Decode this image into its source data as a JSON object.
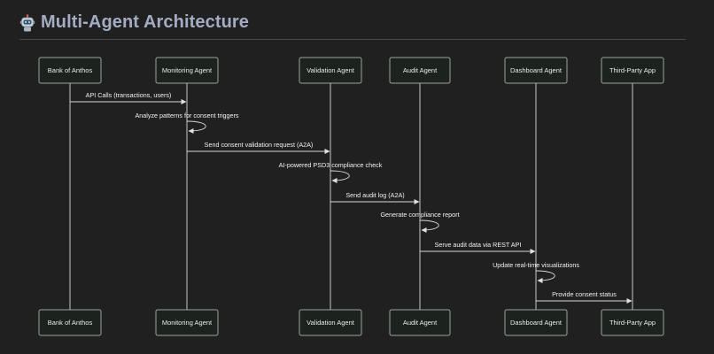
{
  "header": {
    "title": "Multi-Agent Architecture",
    "icon": "robot-icon"
  },
  "participants": [
    {
      "id": "bank",
      "label": "Bank of Anthos"
    },
    {
      "id": "monitoring",
      "label": "Monitoring Agent"
    },
    {
      "id": "validation",
      "label": "Validation Agent"
    },
    {
      "id": "audit",
      "label": "Audit Agent"
    },
    {
      "id": "dashboard",
      "label": "Dashboard Agent"
    },
    {
      "id": "thirdparty",
      "label": "Third-Party App"
    }
  ],
  "messages": [
    {
      "from": "bank",
      "to": "monitoring",
      "label": "API Calls (transactions, users)"
    },
    {
      "from": "monitoring",
      "to": "monitoring",
      "label": "Analyze patterns for consent triggers"
    },
    {
      "from": "monitoring",
      "to": "validation",
      "label": "Send consent validation request (A2A)"
    },
    {
      "from": "validation",
      "to": "validation",
      "label": "AI-powered PSD3 compliance check"
    },
    {
      "from": "validation",
      "to": "audit",
      "label": "Send audit log (A2A)"
    },
    {
      "from": "audit",
      "to": "audit",
      "label": "Generate compliance report"
    },
    {
      "from": "audit",
      "to": "dashboard",
      "label": "Serve audit data via REST API"
    },
    {
      "from": "dashboard",
      "to": "dashboard",
      "label": "Update real-time visualizations"
    },
    {
      "from": "dashboard",
      "to": "thirdparty",
      "label": "Provide consent status"
    }
  ]
}
